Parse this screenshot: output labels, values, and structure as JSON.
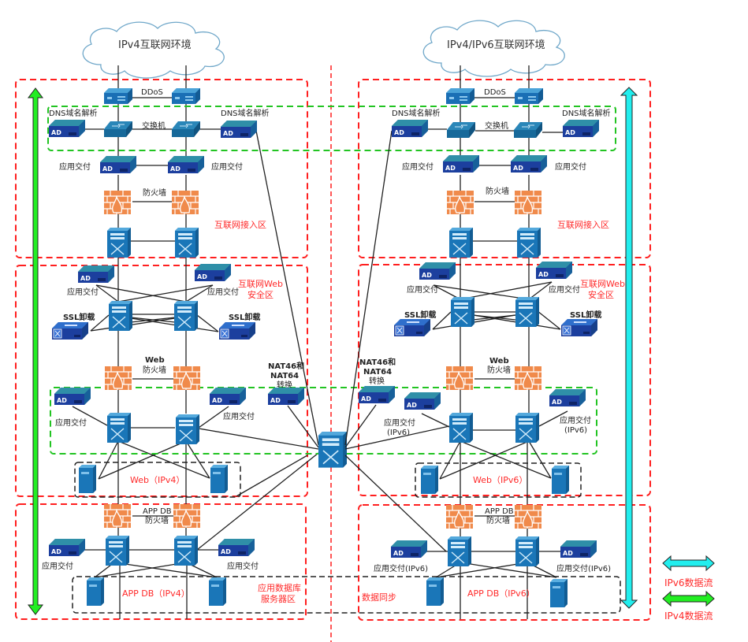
{
  "colors": {
    "zone_border": "#ff1f1f",
    "dns_group_border": "#22c422",
    "server_group_border": "#222222",
    "ipv4_flow": "#22ee22",
    "ipv6_flow": "#22eeee",
    "zone_text": "#ff2a2a",
    "device_blue": "#1a6fb5",
    "ad_blue": "#1c3f9e",
    "firewall_orange": "#f08a4b"
  },
  "left": {
    "cloud": "IPv4互联网环境",
    "ddos": "DDoS",
    "switch": "交换机",
    "dns_left": "DNS域名解析",
    "dns_right": "DNS域名解析",
    "adc_left": "应用交付",
    "adc_right": "应用交付",
    "firewall": "防火墙",
    "zone_access": "互联网接入区",
    "web_adc_left": "应用交付",
    "web_adc_right": "应用交付",
    "zone_web_1": "互联网Web",
    "zone_web_2": "安全区",
    "ssl_left": "SSL卸载",
    "ssl_right": "SSL卸载",
    "web_fw_1": "Web",
    "web_fw_2": "防火墙",
    "nat_1": "NAT46和",
    "nat_2": "NAT64",
    "nat_3": "转换",
    "inner_adc_left": "应用交付",
    "inner_adc_right": "应用交付",
    "web_servers": "Web（IPv4）",
    "db_fw_1": "APP DB",
    "db_fw_2": "防火墙",
    "db_adc_left": "应用交付",
    "db_adc_right": "应用交付",
    "db_servers": "APP DB（IPv4）",
    "zone_db_1": "应用数据库",
    "zone_db_2": "服务器区"
  },
  "right": {
    "cloud": "IPv4/IPv6互联网环境",
    "ddos": "DDoS",
    "switch": "交换机",
    "dns_left": "DNS域名解析",
    "dns_right": "DNS域名解析",
    "adc_left": "应用交付",
    "adc_right": "应用交付",
    "firewall": "防火墙",
    "zone_access": "互联网接入区",
    "web_adc_left": "应用交付",
    "web_adc_right": "应用交付",
    "zone_web_1": "互联网Web",
    "zone_web_2": "安全区",
    "ssl_left": "SSL卸载",
    "ssl_right": "SSL卸载",
    "web_fw_1": "Web",
    "web_fw_2": "防火墙",
    "nat_1": "NAT46和",
    "nat_2": "NAT64",
    "nat_3": "转换",
    "inner_adc_left_1": "应用交付",
    "inner_adc_left_2": "(IPv6)",
    "inner_adc_right_1": "应用交付",
    "inner_adc_right_2": "(IPv6)",
    "web_servers": "Web（IPv6）",
    "db_fw_1": "APP DB",
    "db_fw_2": "防火墙",
    "db_adc_left": "应用交付(IPv6)",
    "db_adc_right": "应用交付(IPv6)",
    "db_servers": "APP DB（IPv6）",
    "data_sync": "数据同步"
  },
  "device_badge": "AD",
  "legend": {
    "ipv6": "IPv6数据流",
    "ipv4": "IPv4数据流"
  }
}
